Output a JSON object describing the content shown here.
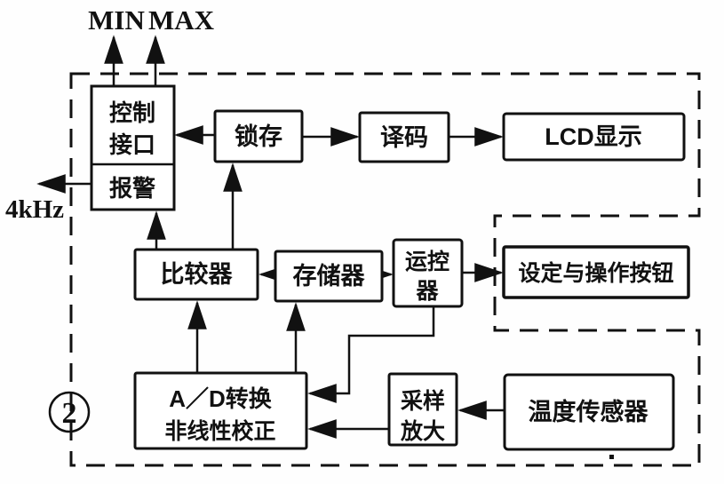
{
  "figure": {
    "circled_number": "2",
    "colors": {
      "ink": "#111111",
      "background": "#fefefe"
    },
    "external_labels": {
      "min": "MIN",
      "max": "MAX",
      "freq": "4kHz"
    },
    "boxes": {
      "control_interface": {
        "line1": "控制",
        "line2": "接口"
      },
      "alarm": {
        "label": "报警"
      },
      "latch": {
        "label": "锁存"
      },
      "decoder": {
        "label": "译码"
      },
      "lcd_display": {
        "label": "LCD显示"
      },
      "comparator": {
        "label": "比较器"
      },
      "memory": {
        "label": "存储器"
      },
      "operation_controller": {
        "line1": "运控",
        "line2": "器"
      },
      "setting_buttons": {
        "label": "设定与操作按钮"
      },
      "adc": {
        "line1": "A／D转换",
        "line2": "非线性校正"
      },
      "sampling_amplifier": {
        "line1": "采样",
        "line2": "放大"
      },
      "temperature_sensor": {
        "label": "温度传感器"
      }
    },
    "edges": [
      {
        "from": "control_interface",
        "to": "MIN"
      },
      {
        "from": "control_interface",
        "to": "MAX"
      },
      {
        "from": "alarm",
        "to": "4kHz"
      },
      {
        "from": "latch",
        "to": "control_interface"
      },
      {
        "from": "latch",
        "to": "decoder"
      },
      {
        "from": "decoder",
        "to": "lcd_display"
      },
      {
        "from": "comparator",
        "to": "alarm"
      },
      {
        "from": "comparator",
        "to": "latch"
      },
      {
        "from": "memory",
        "to": "comparator"
      },
      {
        "from": "memory",
        "to": "operation_controller"
      },
      {
        "from": "operation_controller",
        "to": "setting_buttons"
      },
      {
        "from": "operation_controller",
        "to": "adc"
      },
      {
        "from": "adc",
        "to": "comparator"
      },
      {
        "from": "adc",
        "to": "memory"
      },
      {
        "from": "sampling_amplifier",
        "to": "adc"
      },
      {
        "from": "temperature_sensor",
        "to": "sampling_amplifier"
      }
    ]
  }
}
